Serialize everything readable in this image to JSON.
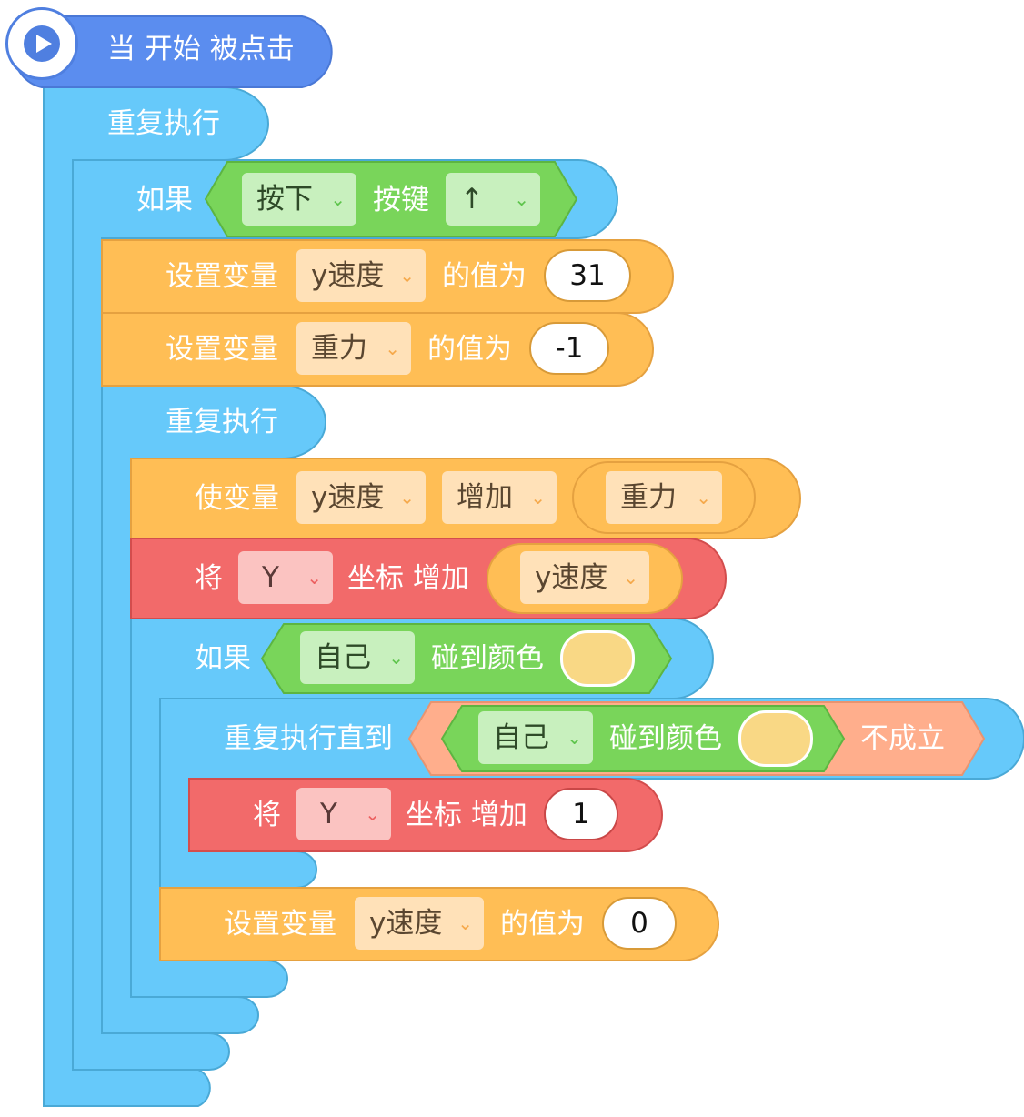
{
  "hat": {
    "label": "当 开始 被点击",
    "icon": "play-icon"
  },
  "forever_outer": {
    "label": "重复执行"
  },
  "if_key": {
    "label": "如果",
    "pressed_dropdown": "按下",
    "key_label": "按键",
    "key_dropdown": "↑"
  },
  "set_yspeed_31": {
    "label": "设置变量",
    "variable": "y速度",
    "value_label": "的值为",
    "value": "31"
  },
  "set_gravity": {
    "label": "设置变量",
    "variable": "重力",
    "value_label": "的值为",
    "value": "-1"
  },
  "forever_inner": {
    "label": "重复执行"
  },
  "change_yspeed": {
    "label": "使变量",
    "variable": "y速度",
    "operation": "增加",
    "operand": "重力"
  },
  "change_y_speed": {
    "label": "将",
    "axis": "Y",
    "suffix": "坐标 增加",
    "operand": "y速度"
  },
  "if_touch": {
    "label": "如果",
    "target": "自己",
    "touch_label": "碰到颜色",
    "color": "#F9D885"
  },
  "repeat_until": {
    "label": "重复执行直到",
    "target": "自己",
    "touch_label": "碰到颜色",
    "color": "#F9D885",
    "not_label": "不成立"
  },
  "change_y_1": {
    "label": "将",
    "axis": "Y",
    "suffix": "坐标 增加",
    "value": "1"
  },
  "set_yspeed_0": {
    "label": "设置变量",
    "variable": "y速度",
    "value_label": "的值为",
    "value": "0"
  },
  "colors": {
    "event": "#5B8DEF",
    "control": "#68C7F5",
    "variable": "#FFBE55",
    "motion": "#F26A6A",
    "sensing": "#79D55A",
    "operator": "#FFAE8C"
  }
}
